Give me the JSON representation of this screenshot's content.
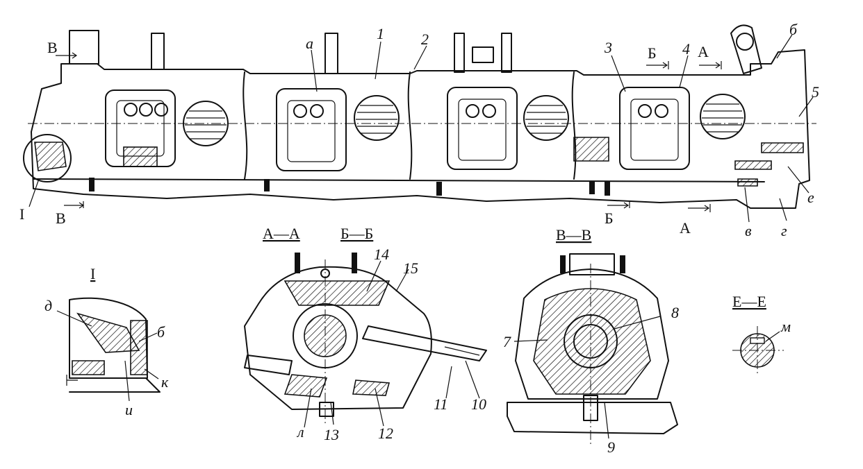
{
  "section_titles": {
    "detail_I": "I",
    "section_AA": "А—А",
    "section_BB": "Б—Б",
    "section_VV": "В—В",
    "section_EE": "Е—Е"
  },
  "section_markers": {
    "v_top": "В",
    "v_bottom": "В",
    "b_top": "Б",
    "b_bottom": "Б",
    "a_top": "А",
    "a_bottom": "А",
    "detail_I": "I"
  },
  "part_numbers": [
    "1",
    "2",
    "3",
    "4",
    "5",
    "7",
    "8",
    "9",
    "10",
    "11",
    "12",
    "13",
    "14",
    "15"
  ],
  "letter_labels": {
    "a": "а",
    "b_main": "б",
    "v": "в",
    "g": "г",
    "d": "д",
    "b_detail": "б",
    "k": "к",
    "i": "и",
    "l": "л",
    "e": "е",
    "m": "м"
  }
}
